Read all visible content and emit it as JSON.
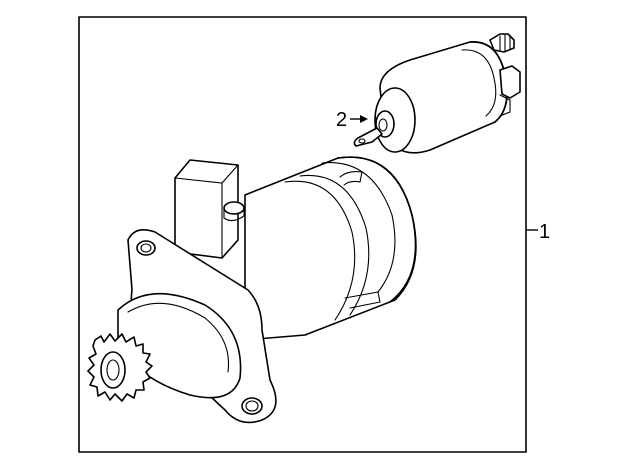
{
  "diagram": {
    "callouts": [
      {
        "id": "starter-assembly",
        "label": "1"
      },
      {
        "id": "solenoid-switch",
        "label": "2"
      }
    ],
    "colors": {
      "line": "#000000",
      "background": "#ffffff"
    }
  }
}
